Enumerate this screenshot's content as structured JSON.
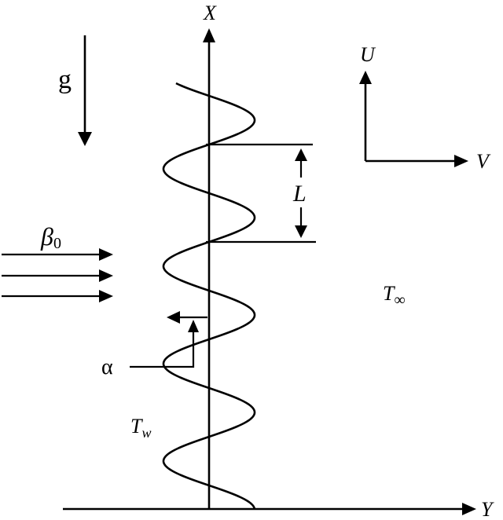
{
  "labels": {
    "x_axis": "X",
    "y_axis": "Y",
    "gravity": "g",
    "magnetic_field": "β",
    "magnetic_field_subscript": "0",
    "wavelength": "L",
    "u_velocity": "U",
    "v_velocity": "V",
    "ambient_temperature": "T",
    "ambient_temperature_subscript": "∞",
    "wall_temperature": "T",
    "wall_temperature_subscript": "w",
    "amplitude": "α"
  },
  "colors": {
    "ink": "#000000",
    "background": "#ffffff"
  }
}
